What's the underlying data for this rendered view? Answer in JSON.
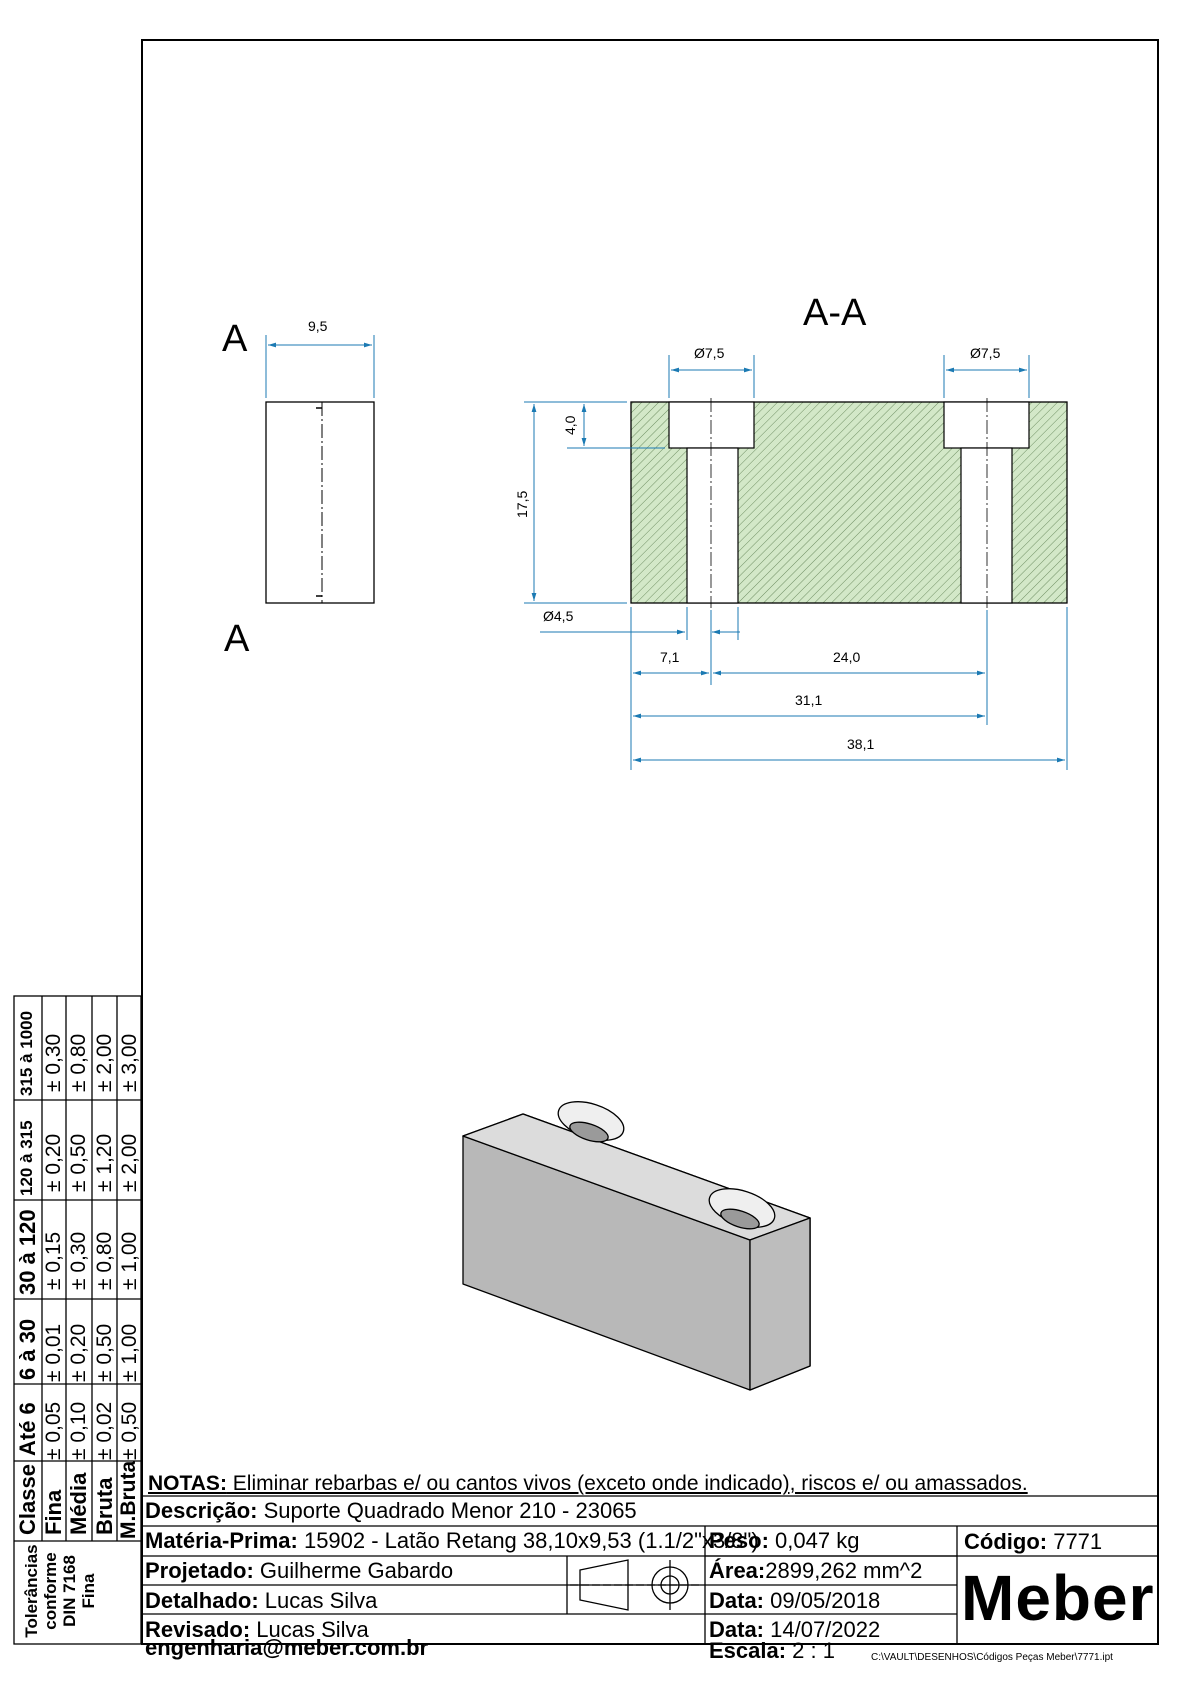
{
  "view_labels": {
    "section_a_top": "A",
    "section_a_bottom": "A",
    "section_title": "A-A"
  },
  "dimensions": {
    "side_width": "9,5",
    "hole_top_left": "Ø7,5",
    "hole_top_right": "Ø7,5",
    "counterbore_depth": "4,0",
    "height": "17,5",
    "hole_small": "Ø4,5",
    "dim_7_1": "7,1",
    "dim_24_0": "24,0",
    "dim_31_1": "31,1",
    "dim_38_1": "38,1"
  },
  "tolerance_table": {
    "rotated_title": [
      "Tolerâncias",
      "conforme",
      "DIN 7168",
      "Fina"
    ],
    "header_col": "Classe",
    "classes": [
      "Fina",
      "Média",
      "Bruta",
      "M.Bruta"
    ],
    "ranges": [
      {
        "range": "Até 6",
        "values": [
          "± 0,05",
          "± 0,10",
          "± 0,02",
          "± 0,50"
        ]
      },
      {
        "range": "6 à 30",
        "values": [
          "± 0,01",
          "± 0,20",
          "± 0,50",
          "± 1,00"
        ]
      },
      {
        "range": "30 à 120",
        "values": [
          "± 0,15",
          "± 0,30",
          "± 0,80",
          "± 1,00"
        ]
      },
      {
        "range": "120 à 315",
        "values": [
          "± 0,20",
          "± 0,50",
          "± 1,20",
          "± 2,00"
        ]
      },
      {
        "range": "315 à 1000",
        "values": [
          "± 0,30",
          "± 0,80",
          "± 2,00",
          "± 3,00"
        ]
      }
    ]
  },
  "notes": {
    "label": "NOTAS:",
    "text": " Eliminar rebarbas e/ ou cantos vivos (exceto onde indicado), riscos e/ ou amassados."
  },
  "title_block": {
    "descricao_label": "Descrição:",
    "descricao": " Suporte Quadrado Menor 210 - 23065",
    "materia_label": "Matéria-Prima:",
    "materia": " 15902 - Latão Retang 38,10x9,53 (1.1/2\"x3/8\")",
    "peso_label": "Peso:",
    "peso": " 0,047 kg",
    "codigo_label": "Código:",
    "codigo": " 7771",
    "projetado_label": "Projetado:",
    "projetado": " Guilherme Gabardo",
    "area_label": "Área:",
    "area": "2899,262 mm^2",
    "detalhado_label": "Detalhado:",
    "detalhado": " Lucas Silva",
    "data1_label": "Data:",
    "data1": " 09/05/2018",
    "revisado_label": "Revisado:",
    "revisado": " Lucas Silva",
    "data2_label": "Data:",
    "data2": " 14/07/2022",
    "email": "engenharia@meber.com.br",
    "escala_label": "Escala:",
    "escala": " 2 : 1",
    "logo": "Meber"
  },
  "file_path": "C:\\VAULT\\DESENHOS\\Códigos Peças Meber\\7771.ipt",
  "colors": {
    "hatch": "#d3e8c8",
    "dim": "#1b7ab3",
    "iso_face": "#b5b5b5"
  }
}
